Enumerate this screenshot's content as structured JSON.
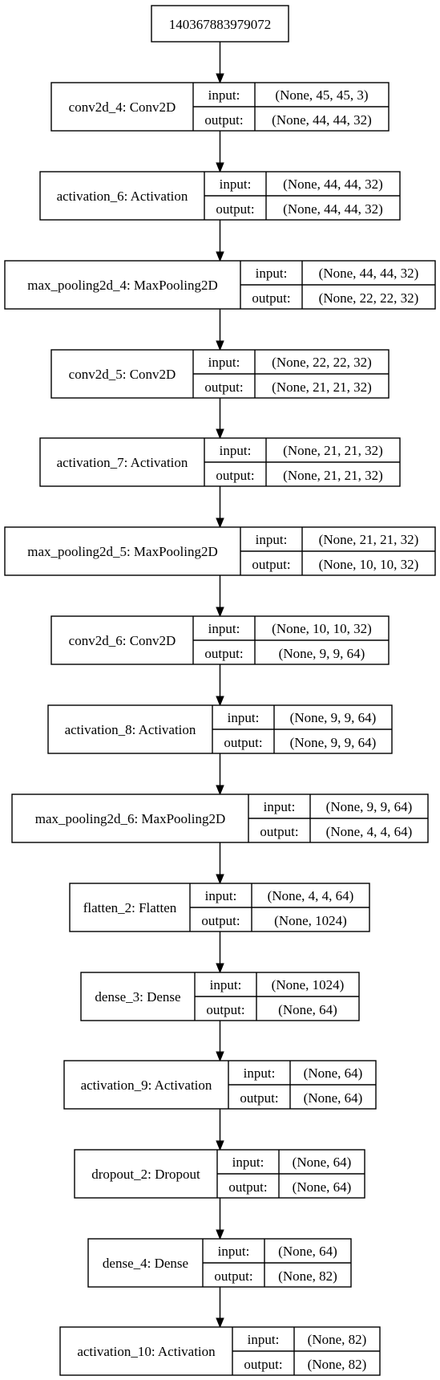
{
  "root_node": {
    "label": "140367883979072"
  },
  "port_labels": {
    "input": "input:",
    "output": "output:"
  },
  "layers": [
    {
      "label": "conv2d_4: Conv2D",
      "input": "(None, 45, 45, 3)",
      "output": "(None, 44, 44, 32)"
    },
    {
      "label": "activation_6: Activation",
      "input": "(None, 44, 44, 32)",
      "output": "(None, 44, 44, 32)"
    },
    {
      "label": "max_pooling2d_4: MaxPooling2D",
      "input": "(None, 44, 44, 32)",
      "output": "(None, 22, 22, 32)"
    },
    {
      "label": "conv2d_5: Conv2D",
      "input": "(None, 22, 22, 32)",
      "output": "(None, 21, 21, 32)"
    },
    {
      "label": "activation_7: Activation",
      "input": "(None, 21, 21, 32)",
      "output": "(None, 21, 21, 32)"
    },
    {
      "label": "max_pooling2d_5: MaxPooling2D",
      "input": "(None, 21, 21, 32)",
      "output": "(None, 10, 10, 32)"
    },
    {
      "label": "conv2d_6: Conv2D",
      "input": "(None, 10, 10, 32)",
      "output": "(None, 9, 9, 64)"
    },
    {
      "label": "activation_8: Activation",
      "input": "(None, 9, 9, 64)",
      "output": "(None, 9, 9, 64)"
    },
    {
      "label": "max_pooling2d_6: MaxPooling2D",
      "input": "(None, 9, 9, 64)",
      "output": "(None, 4, 4, 64)"
    },
    {
      "label": "flatten_2: Flatten",
      "input": "(None, 4, 4, 64)",
      "output": "(None, 1024)"
    },
    {
      "label": "dense_3: Dense",
      "input": "(None, 1024)",
      "output": "(None, 64)"
    },
    {
      "label": "activation_9: Activation",
      "input": "(None, 64)",
      "output": "(None, 64)"
    },
    {
      "label": "dropout_2: Dropout",
      "input": "(None, 64)",
      "output": "(None, 64)"
    },
    {
      "label": "dense_4: Dense",
      "input": "(None, 64)",
      "output": "(None, 82)"
    },
    {
      "label": "activation_10: Activation",
      "input": "(None, 82)",
      "output": "(None, 82)"
    }
  ]
}
